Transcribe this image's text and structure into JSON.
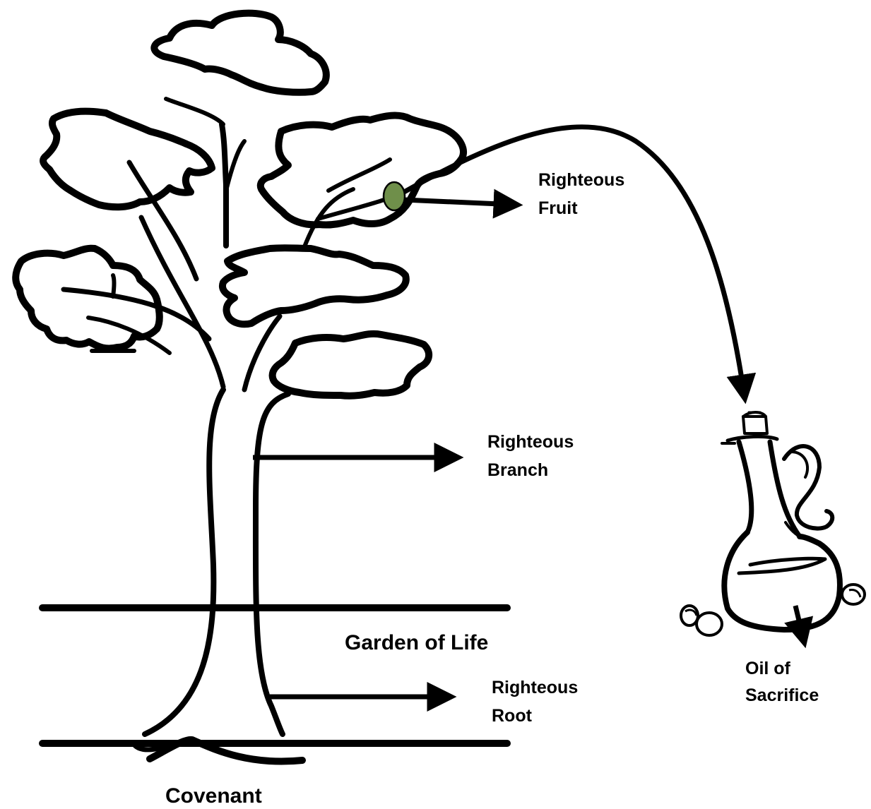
{
  "labels": {
    "fruit": [
      "Righteous",
      "Fruit"
    ],
    "branch": [
      "Righteous",
      "Branch"
    ],
    "root": [
      "Righteous",
      "Root"
    ],
    "garden": "Garden of Life",
    "covenant": "Covenant",
    "oil": [
      "Oil of",
      "Sacrifice"
    ]
  },
  "icons": {
    "tree": "tree-icon",
    "fruit": "olive-fruit-icon",
    "jar": "oil-jar-icon",
    "olives": "olive-icon"
  },
  "colors": {
    "ink": "#000000",
    "fruit": "#6f8f4a",
    "background": "#ffffff"
  }
}
